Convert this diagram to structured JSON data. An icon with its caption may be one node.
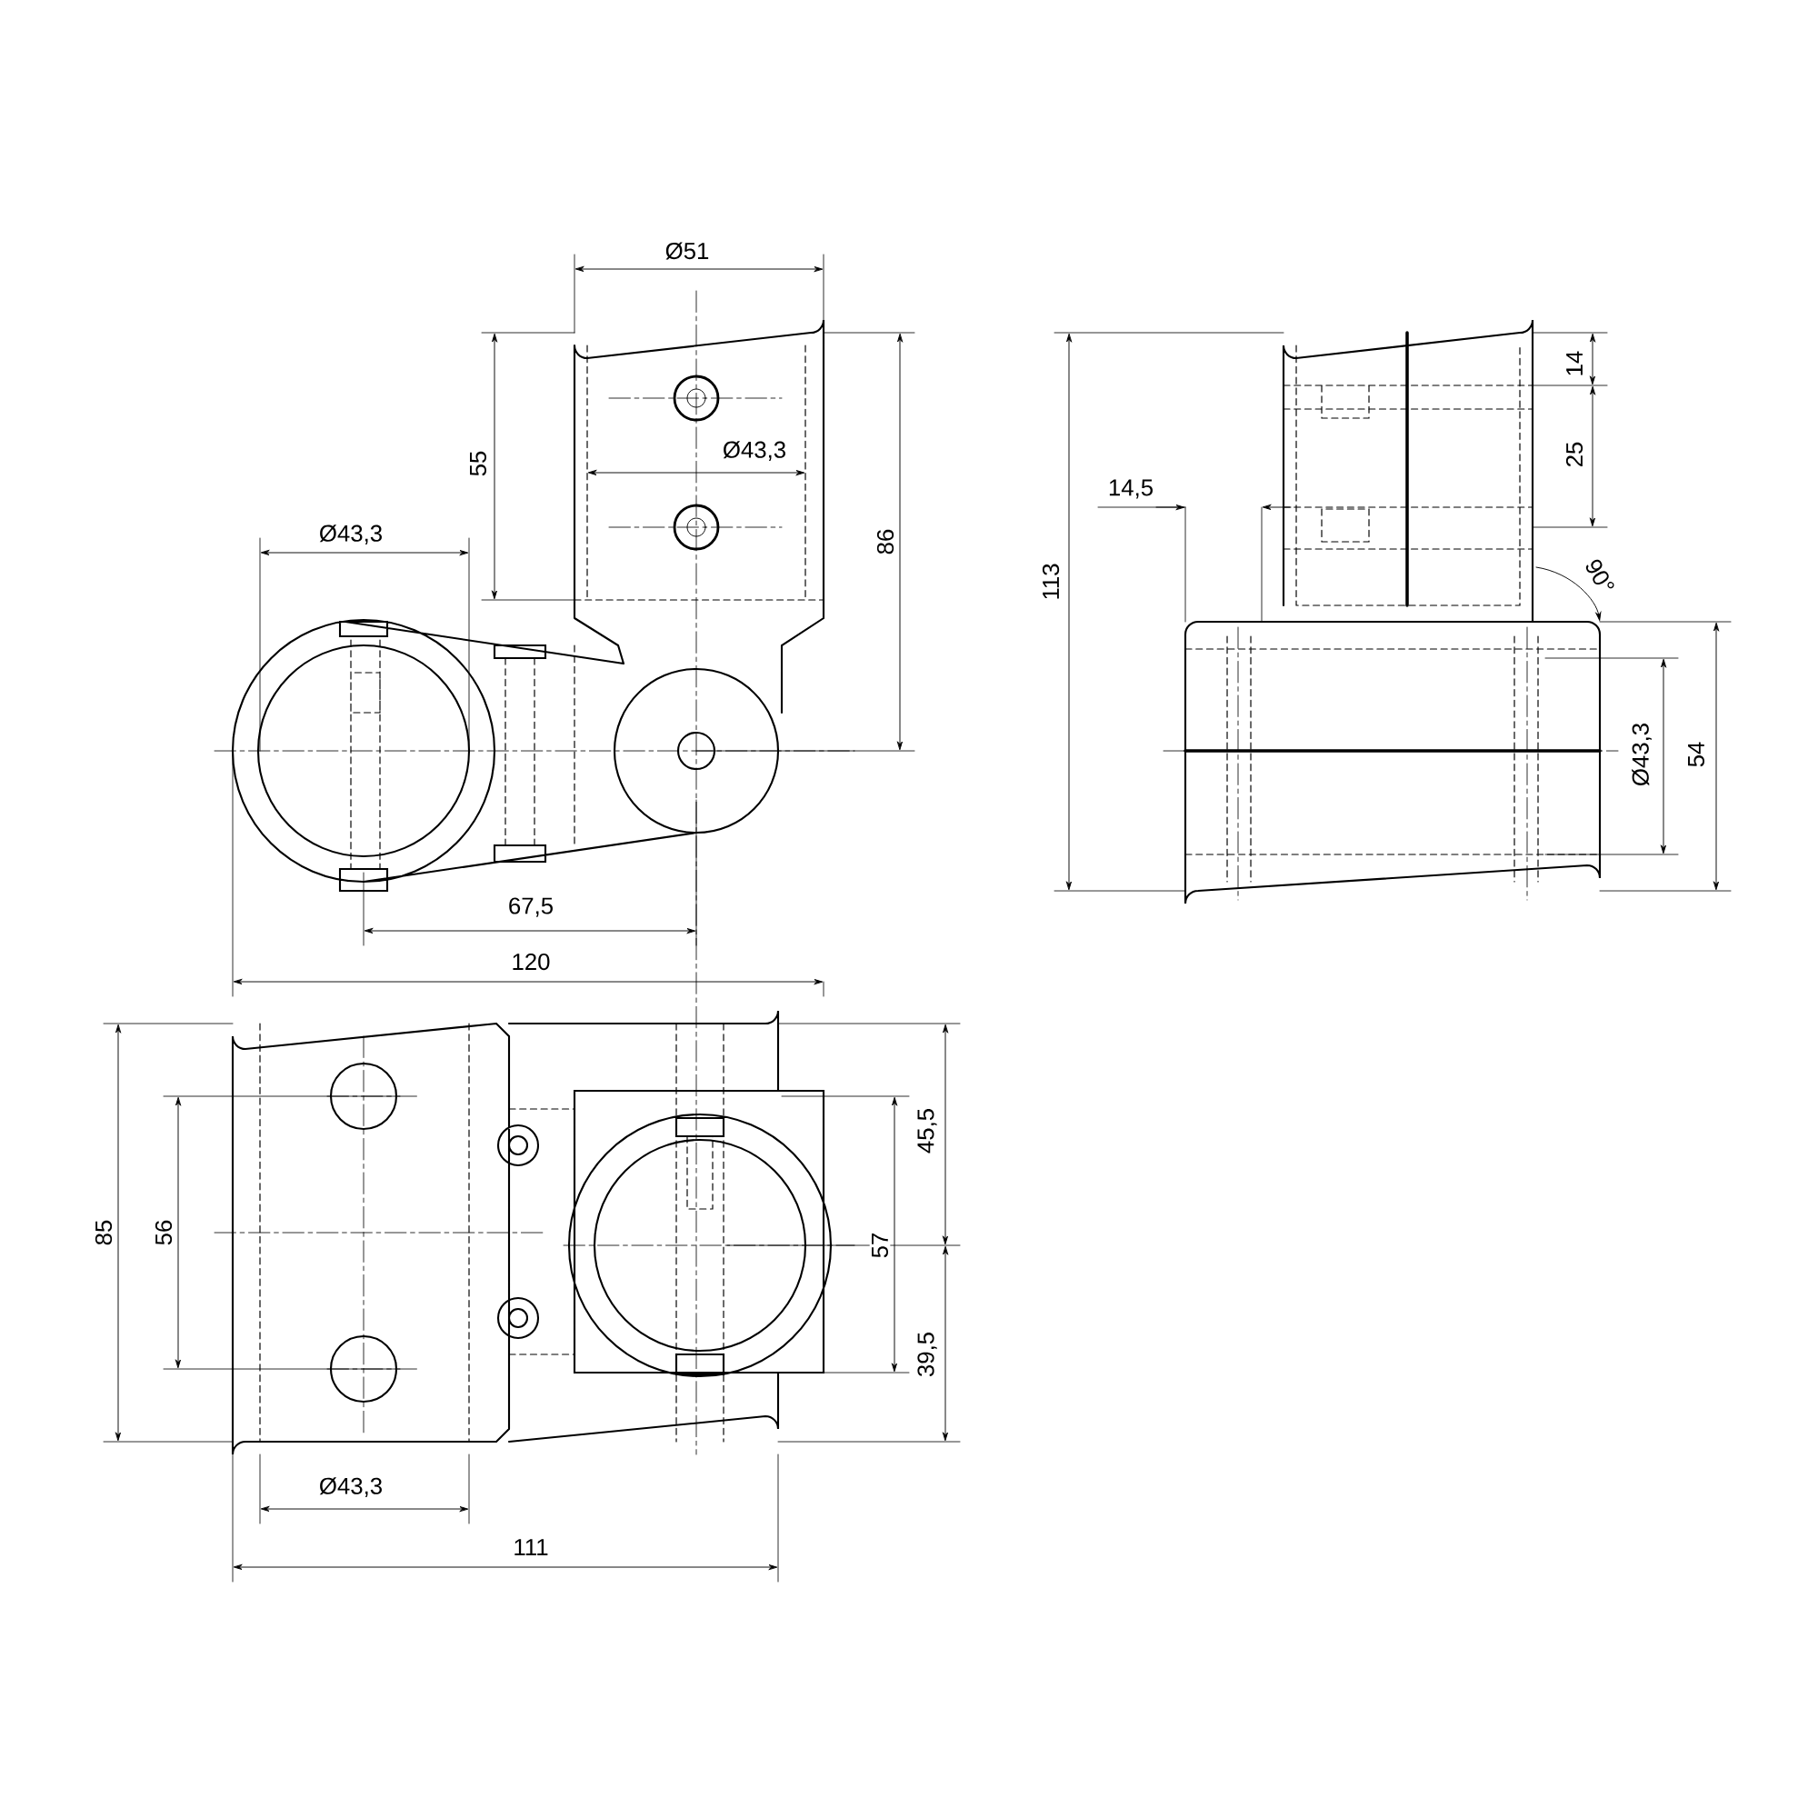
{
  "diagram": {
    "labels": [
      "Ø51",
      "Ø43,3",
      "55",
      "Ø43,3",
      "86",
      "67,5",
      "120",
      "113",
      "14,5",
      "14",
      "25",
      "90°",
      "Ø43,3",
      "54",
      "85",
      "56",
      "45,5",
      "57",
      "39,5",
      "Ø43,3",
      "111"
    ]
  }
}
